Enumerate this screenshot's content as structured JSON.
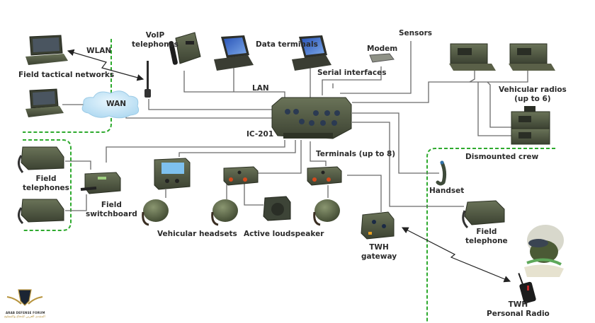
{
  "diagram": {
    "title": "IC-201 intercom system architecture",
    "central_unit": "IC-201",
    "colors": {
      "connector_line": "#6b6b6b",
      "zone_border": "#2eaa2e",
      "device_olive": "#4e5640",
      "device_dark": "#363b2e",
      "cloud_fill": "#bfe3f5",
      "label_text": "#2b2b2b",
      "logo_gold": "#b8953f"
    },
    "labels": {
      "wlan": "WLAN",
      "wan": "WAN",
      "lan": "LAN",
      "field_tactical_networks": "Field tactical networks",
      "voip_line1": "VoIP",
      "voip_line2": "telephones",
      "data_terminals": "Data terminals",
      "serial_interfaces": "Serial interfaces",
      "modem": "Modem",
      "sensors": "Sensors",
      "ic201": "IC-201",
      "vehicular_radios_line1": "Vehicular radios",
      "vehicular_radios_line2": "(up to 6)",
      "terminals": "Terminals (up to 8)",
      "field_telephones_line1": "Field",
      "field_telephones_line2": "telephones",
      "field_switchboard_line1": "Field",
      "field_switchboard_line2": "switchboard",
      "vehicular_headsets": "Vehicular headsets",
      "active_loudspeaker": "Active loudspeaker",
      "twh_gateway_line1": "TWH",
      "twh_gateway_line2": "gateway",
      "dismounted_crew": "Dismounted crew",
      "handset": "Handset",
      "field_telephone_line1": "Field",
      "field_telephone_line2": "telephone",
      "twh_radio_line1": "TWH",
      "twh_radio_line2": "Personal Radio"
    },
    "zones": [
      {
        "name": "Field tactical networks"
      },
      {
        "name": "Field telephones"
      },
      {
        "name": "Dismounted crew"
      }
    ],
    "logo": {
      "line1": "ARAB DEFENSE FORUM",
      "line2": "المنتدى العربي للدفاع والتسليح"
    }
  }
}
